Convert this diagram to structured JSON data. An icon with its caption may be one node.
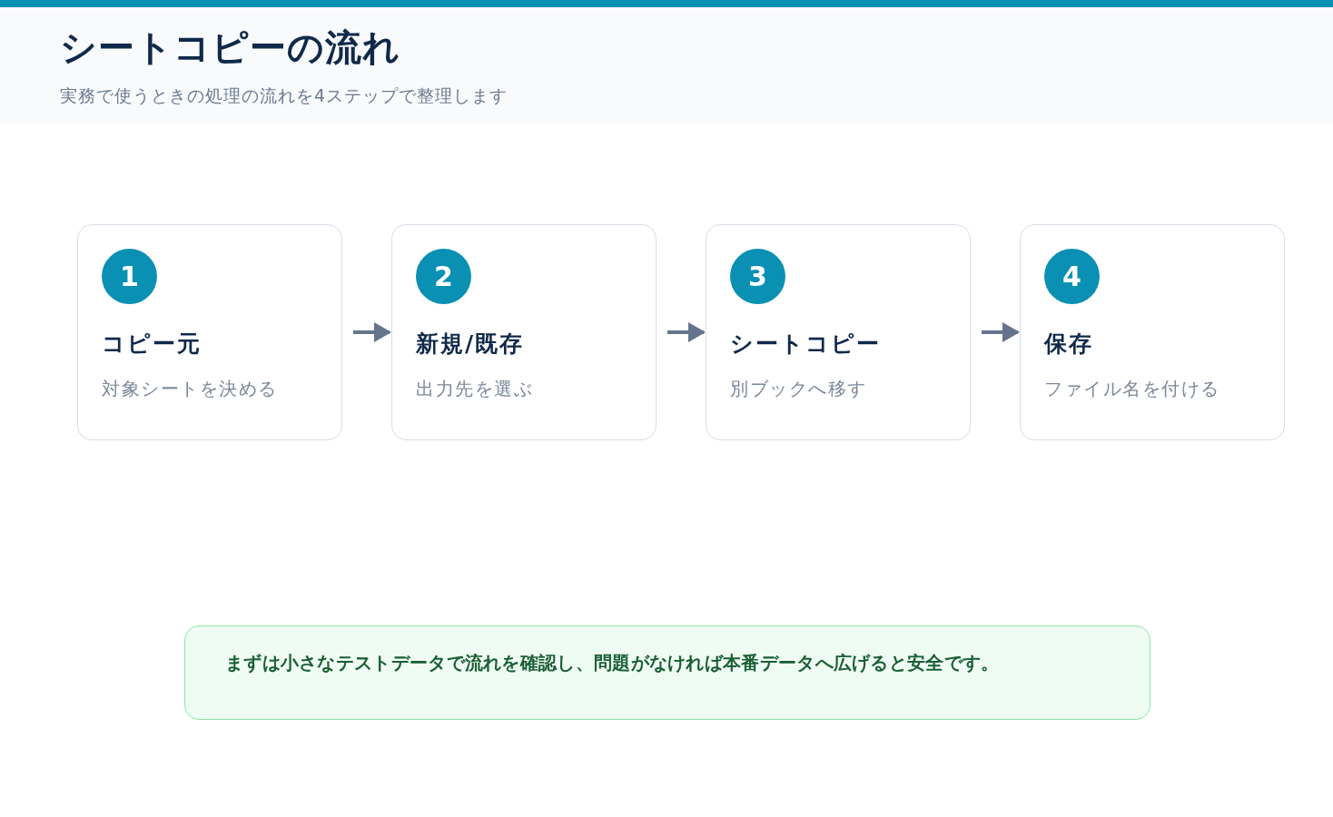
{
  "diagram": {
    "title": "シートコピーの流れ",
    "nodes": [
      {
        "text": [
          "コピー元",
          "対象シートを決める"
        ]
      },
      {
        "text": [
          "1"
        ],
        "in": 0
      },
      {
        "text": [
          "新規/既存",
          "出力先を選ぶ"
        ]
      },
      {
        "text": [
          "2"
        ],
        "in": 2
      },
      {
        "text": [
          "シートコピー",
          "別ブックへ移す"
        ]
      },
      {
        "text": [
          "3"
        ],
        "in": 4
      },
      {
        "text": [
          "保存",
          "ファイル名を付ける"
        ]
      },
      {
        "text": [
          "4"
        ],
        "in": 6
      },
      {
        "text": [
          "まずは小さなテストデータで流れを確認し、問題がなければ本番データへ広げると安全です。"
        ]
      }
    ],
    "edges": [
      {
        "from": 0,
        "to": 2,
        "arrow": "to"
      },
      {
        "from": 2,
        "to": 4,
        "arrow": "to"
      },
      {
        "from": 4,
        "to": 6,
        "arrow": "to"
      }
    ],
    "labels": [
      "実務で使うときの処理の流れを4ステップで整理します"
    ]
  }
}
